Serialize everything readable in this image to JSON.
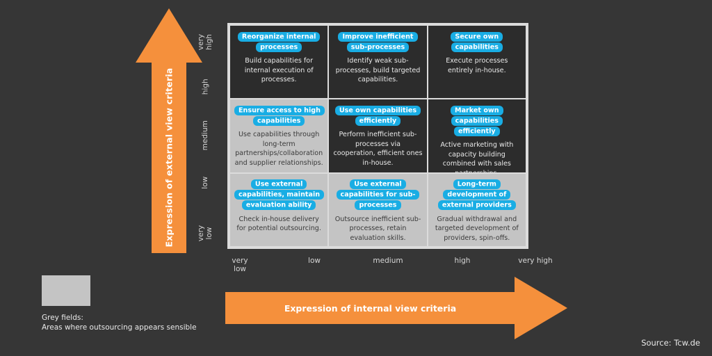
{
  "background_color": "#363636",
  "accent_orange": "#F5903C",
  "accent_blue": "#19ADE4",
  "grey_field_color": "#C4C4C4",
  "dark_field_color": "#2C2C2C",
  "axes": {
    "y": {
      "title": "Expression of external view criteria",
      "ticks": [
        "very\nhigh",
        "high",
        "medium",
        "low",
        "very\nlow"
      ]
    },
    "x": {
      "title": "Expression of internal view criteria",
      "ticks": [
        "very\nlow",
        "low",
        "medium",
        "high",
        "very high"
      ]
    }
  },
  "matrix": {
    "rows": [
      {
        "cells": [
          {
            "title": "Reorganize internal processes",
            "description": "Build capabilities for internal execution of processes.",
            "style": "dark"
          },
          {
            "title": "Improve inefficient sub-processes",
            "description": "Identify weak sub-processes, build targeted capabilities.",
            "style": "dark"
          },
          {
            "title": "Secure own capabilities",
            "description": "Execute processes entirely in-house.",
            "style": "dark"
          }
        ]
      },
      {
        "cells": [
          {
            "title": "Ensure access to high capabilities",
            "description": "Use capabilities through long-term partnerships/collaboration and supplier relationships.",
            "style": "grey"
          },
          {
            "title": "Use own capabilities efficiently",
            "description": "Perform inefficient sub-processes via cooperation, efficient ones in-house.",
            "style": "dark"
          },
          {
            "title": "Market own capabilities efficiently",
            "description": "Active marketing with capacity building combined with sales partnerships.",
            "style": "dark"
          }
        ]
      },
      {
        "cells": [
          {
            "title": "Use external capabilities, maintain evaluation ability",
            "description": "Check in-house delivery for potential outsourcing.",
            "style": "grey"
          },
          {
            "title": "Use external capabilities for sub-processes",
            "description": "Outsource inefficient sub-processes, retain evaluation skills.",
            "style": "grey"
          },
          {
            "title": "Long-term development of external providers",
            "description": "Gradual withdrawal and targeted development of providers, spin-offs.",
            "style": "grey"
          }
        ]
      }
    ]
  },
  "legend": {
    "line1": "Grey fields:",
    "line2": "Areas where outsourcing appears sensible"
  },
  "source": "Source: Tcw.de"
}
